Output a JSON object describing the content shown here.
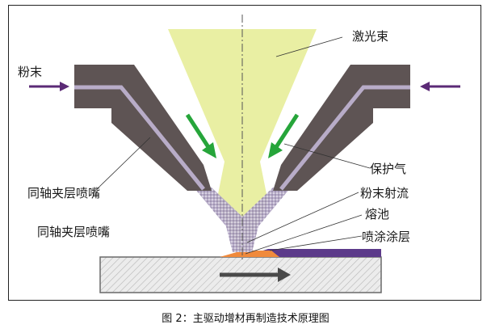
{
  "labels": {
    "laser_beam": "激光束",
    "powder": "粉末",
    "shielding_gas": "保护气",
    "coaxial_nozzle": "同轴夹层喷嘴",
    "coaxial_nozzle_2": "同轴夹层喷嘴",
    "powder_jet": "粉末射流",
    "melt_pool": "熔池",
    "coating_layer": "喷涂涂层"
  },
  "caption": "图 2：主驱动增材再制造技术原理图",
  "colors": {
    "laser": "#e9efa3",
    "nozzle": "#5e5454",
    "powder_channel": "#b8acc8",
    "gas_arrow": "#26a53a",
    "powder_arrow": "#5b2a76",
    "coating": "#5c3a8a",
    "melt_pool": "#f08a3c",
    "substrate": "#e6e6e6",
    "move_arrow": "#4a4a4a"
  }
}
